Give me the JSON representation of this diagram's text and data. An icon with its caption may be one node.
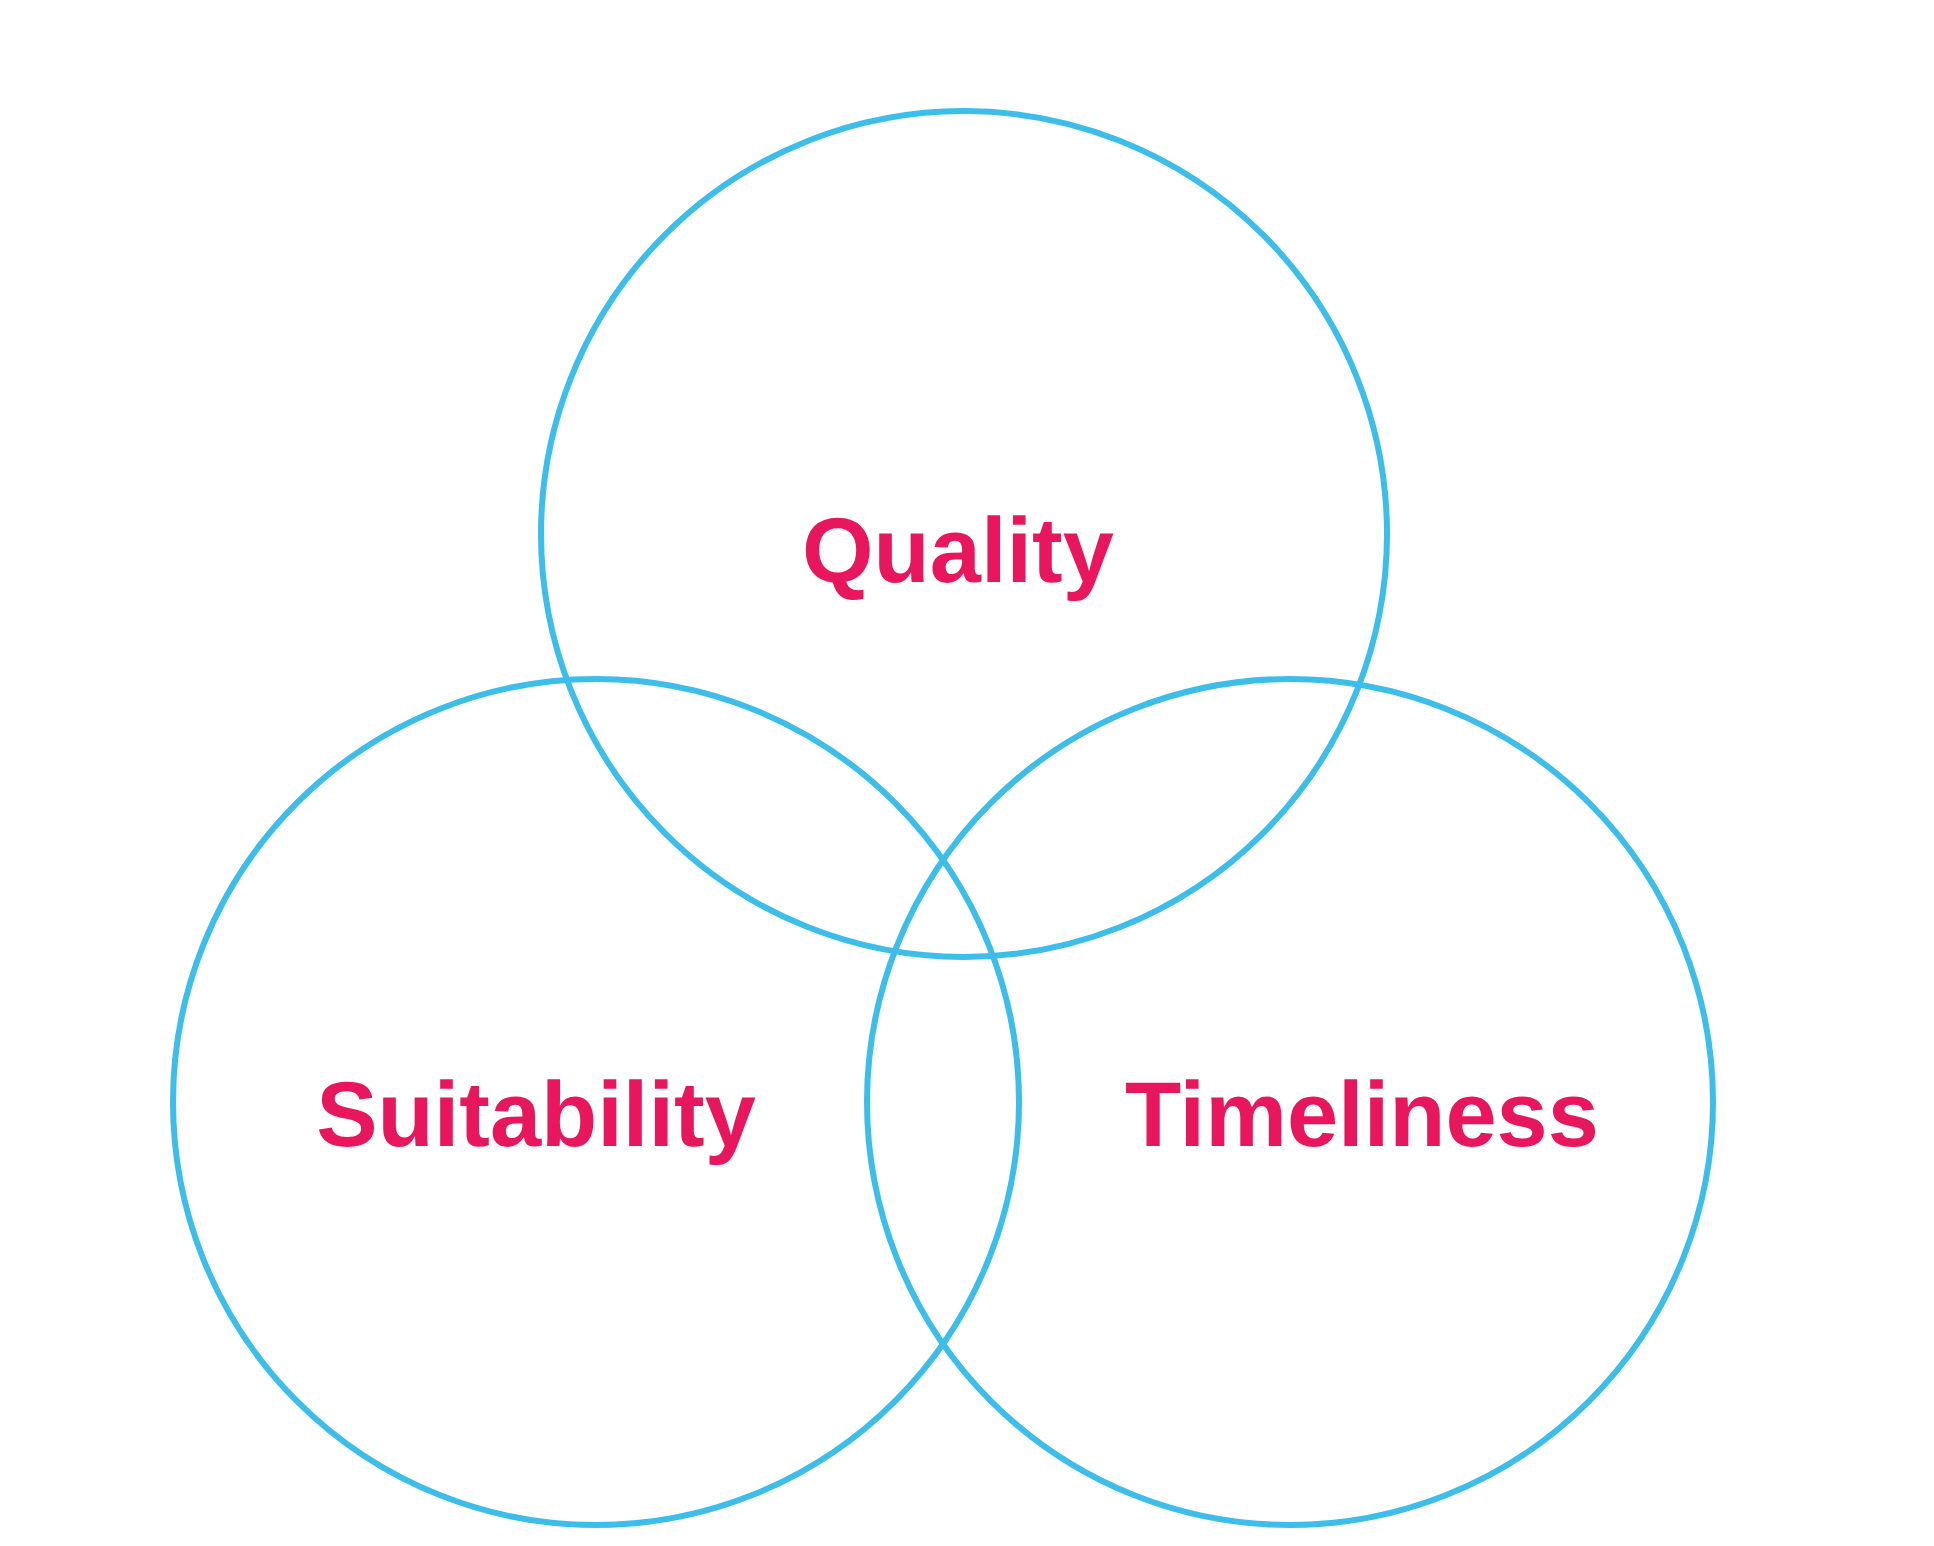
{
  "diagram": {
    "nodes": [
      {
        "text": [
          "Quality"
        ]
      },
      {
        "text": [
          "Suitability"
        ]
      },
      {
        "text": [
          "Timeliness"
        ]
      }
    ]
  }
}
